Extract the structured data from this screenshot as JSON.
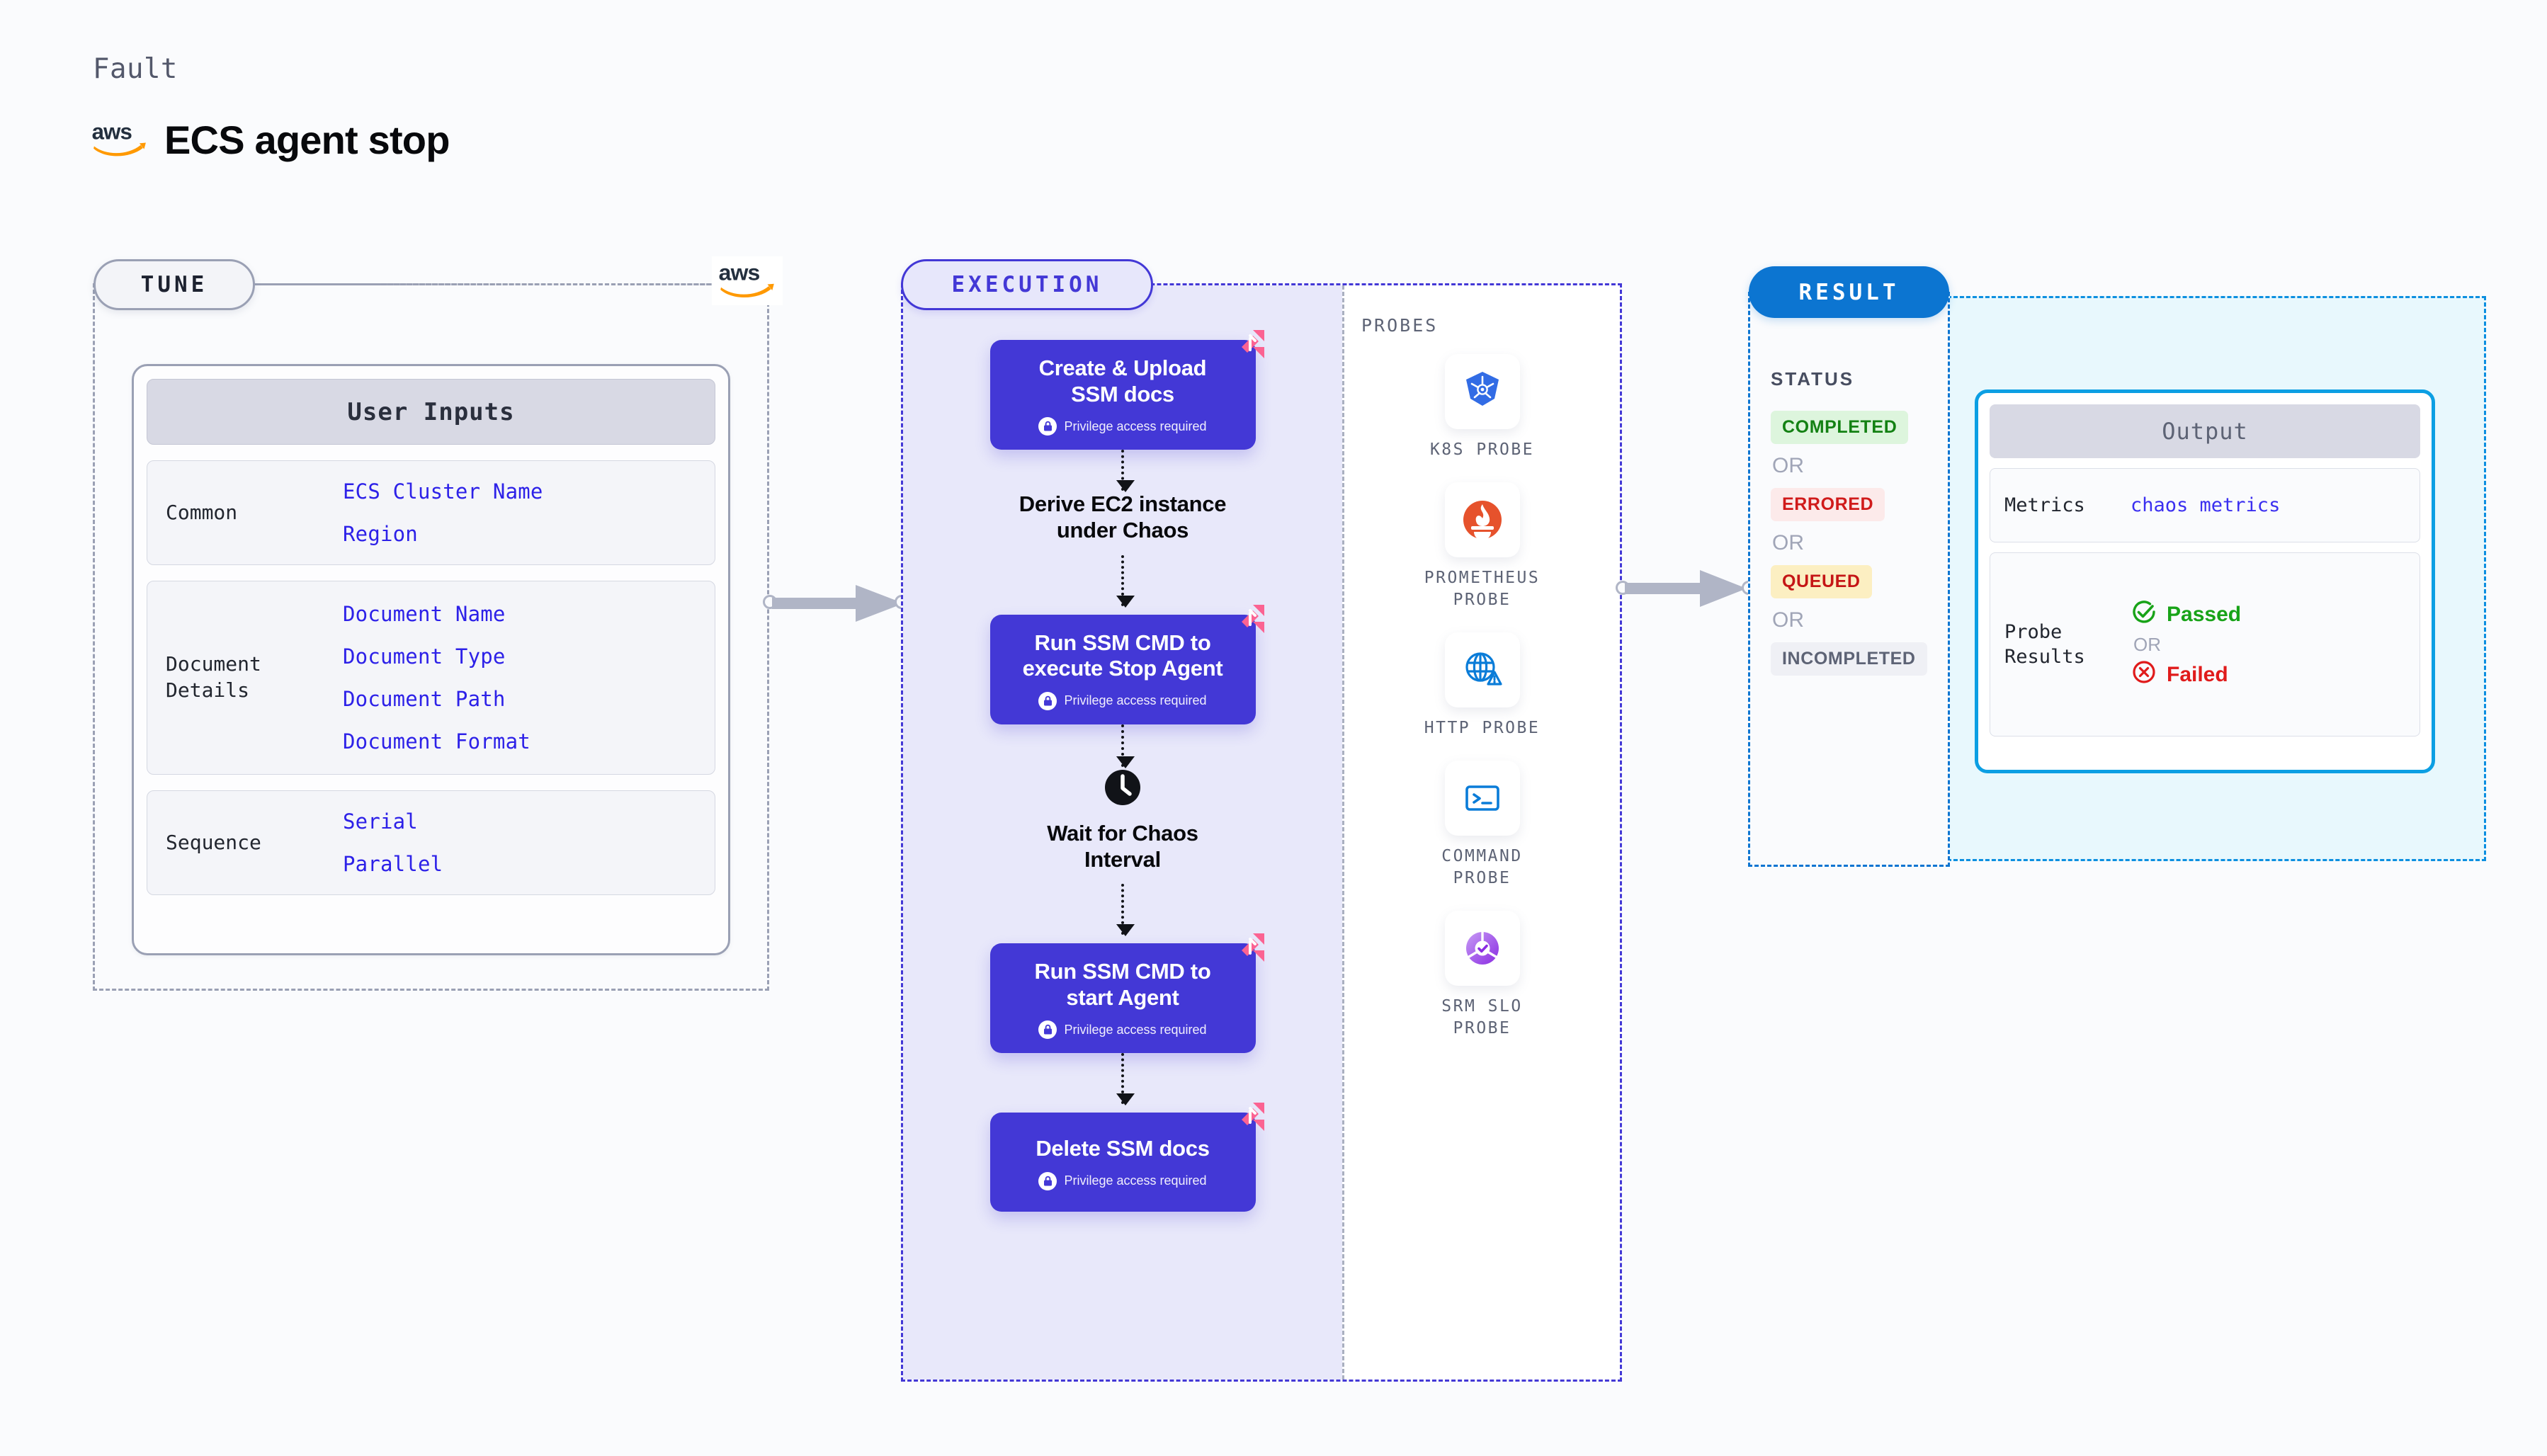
{
  "header": {
    "kicker": "Fault",
    "title": "ECS agent stop",
    "logo_icon": "aws-logo"
  },
  "tune": {
    "pill_label": "TUNE",
    "logo_icon": "aws-logo",
    "card_title": "User Inputs",
    "groups": [
      {
        "key": "Common",
        "values": [
          "ECS Cluster Name",
          "Region"
        ]
      },
      {
        "key": "Document\nDetails",
        "values": [
          "Document Name",
          "Document Type",
          "Document Path",
          "Document Format"
        ]
      },
      {
        "key": "Sequence",
        "values": [
          "Serial",
          "Parallel"
        ]
      }
    ]
  },
  "execution": {
    "pill_label": "EXECUTION",
    "privilege_note": "Privilege access required",
    "steps": [
      {
        "type": "node",
        "title": "Create & Upload\nSSM docs",
        "privileged": true,
        "badge": "litmus-logo"
      },
      {
        "type": "plain",
        "title": "Derive EC2 instance\nunder Chaos",
        "icon": ""
      },
      {
        "type": "node",
        "title": "Run SSM CMD to\nexecute Stop Agent",
        "privileged": true,
        "badge": "litmus-logo"
      },
      {
        "type": "plain",
        "title": "Wait for Chaos\nInterval",
        "icon": "clock-icon"
      },
      {
        "type": "node",
        "title": "Run SSM CMD to\nstart Agent",
        "privileged": true,
        "badge": "litmus-logo"
      },
      {
        "type": "node",
        "title": "Delete SSM docs",
        "privileged": true,
        "badge": "litmus-logo"
      }
    ]
  },
  "probes": {
    "heading": "PROBES",
    "items": [
      {
        "label": "K8S PROBE",
        "icon": "kubernetes-icon"
      },
      {
        "label": "PROMETHEUS\nPROBE",
        "icon": "prometheus-icon"
      },
      {
        "label": "HTTP PROBE",
        "icon": "http-globe-icon"
      },
      {
        "label": "COMMAND\nPROBE",
        "icon": "terminal-icon"
      },
      {
        "label": "SRM SLO\nPROBE",
        "icon": "srm-slo-icon"
      }
    ]
  },
  "result": {
    "pill_label": "RESULT",
    "status_heading": "STATUS",
    "or_label": "OR",
    "statuses": [
      {
        "label": "COMPLETED",
        "variant": "s-completed"
      },
      {
        "label": "ERRORED",
        "variant": "s-errored"
      },
      {
        "label": "QUEUED",
        "variant": "s-queued"
      },
      {
        "label": "INCOMPLETED",
        "variant": "s-incomplete"
      }
    ],
    "output": {
      "title": "Output",
      "metrics_key": "Metrics",
      "metrics_value": "chaos metrics",
      "probe_key": "Probe\nResults",
      "passed_label": "Passed",
      "failed_label": "Failed",
      "or_label": "OR",
      "passed_icon": "check-circle-icon",
      "failed_icon": "x-circle-icon"
    }
  },
  "colors": {
    "accent_purple": "#4338d6",
    "accent_blue": "#0c75d1",
    "accent_cyan": "#0c9fe3",
    "litmus_pink": "#fb6392",
    "aws_orange": "#ff9900",
    "aws_navy": "#232f3e",
    "value_blue": "#2d21e8",
    "pass_green": "#18a318",
    "fail_red": "#e01b1b"
  }
}
